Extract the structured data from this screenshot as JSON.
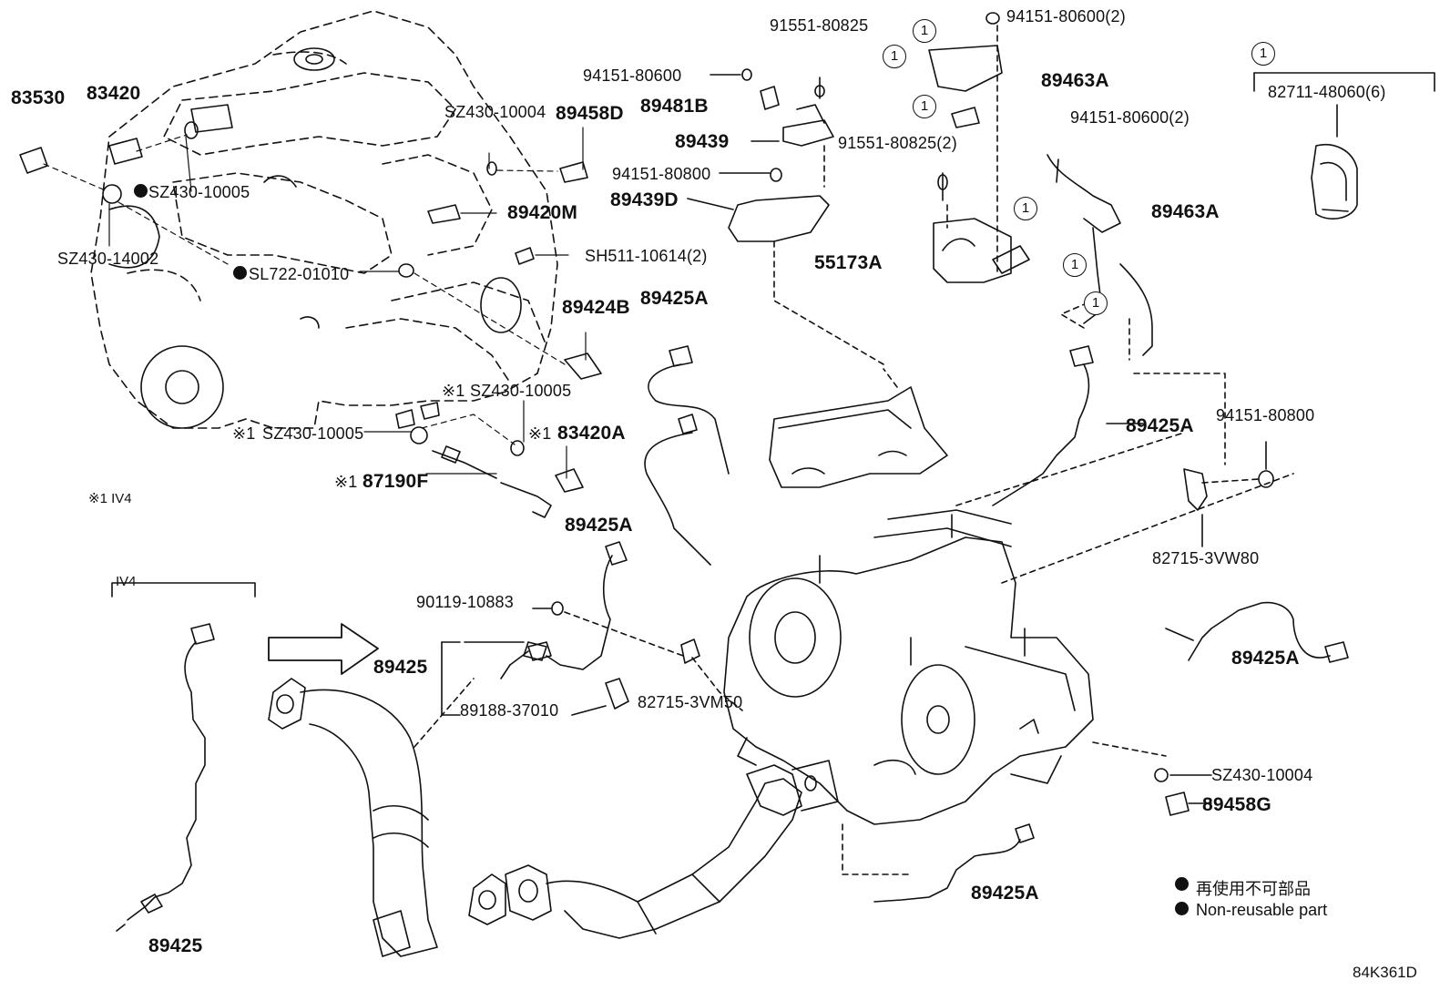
{
  "figure_id": "84K361D",
  "legend": {
    "non_reusable_ja": "再使用不可部品",
    "non_reusable_en": "Non-reusable part"
  },
  "notes": {
    "footnote_mark": "※1",
    "footnote_text": "※1 IV4",
    "variant_box_label": "IV4",
    "ref_bubble": "1"
  },
  "parts": {
    "p83530": "83530",
    "p83420": "83420",
    "p_sz430_10005_a": "SZ430-10005",
    "p_sz430_14002": "SZ430-14002",
    "p_sl722_01010": "SL722-01010",
    "p_sz430_10004_a": "SZ430-10004",
    "p89458D": "89458D",
    "p89420M": "89420M",
    "p_sh511": "SH511-10614(2)",
    "p89424B": "89424B",
    "p_sz430_10005_b": "SZ430-10005",
    "p_sz430_10005_c": "SZ430-10005",
    "p83420A": "83420A",
    "p87190F": "87190F",
    "p94151_80600_a": "94151-80600",
    "p91551_80825_a": "91551-80825",
    "p89481B": "89481B",
    "p89439": "89439",
    "p94151_80800_a": "94151-80800",
    "p89439D": "89439D",
    "p94151_80600_2a": "94151-80600(2)",
    "p89463A_a": "89463A",
    "p94151_80600_2b": "94151-80600(2)",
    "p91551_80825_2": "91551-80825(2)",
    "p89463A_b": "89463A",
    "p55173A": "55173A",
    "p82711": "82711-48060(6)",
    "p89425A_a": "89425A",
    "p89425A_b": "89425A",
    "p89425A_c": "89425A",
    "p94151_80800_b": "94151-80800",
    "p82715_3VW80": "82715-3VW80",
    "p90119": "90119-10883",
    "p89425_a": "89425",
    "p89188": "89188-37010",
    "p82715_3VM50": "82715-3VM50",
    "p89425A_d": "89425A",
    "p_sz430_10004_b": "SZ430-10004",
    "p89458G": "89458G",
    "p89425A_e": "89425A",
    "p89425_b": "89425"
  }
}
